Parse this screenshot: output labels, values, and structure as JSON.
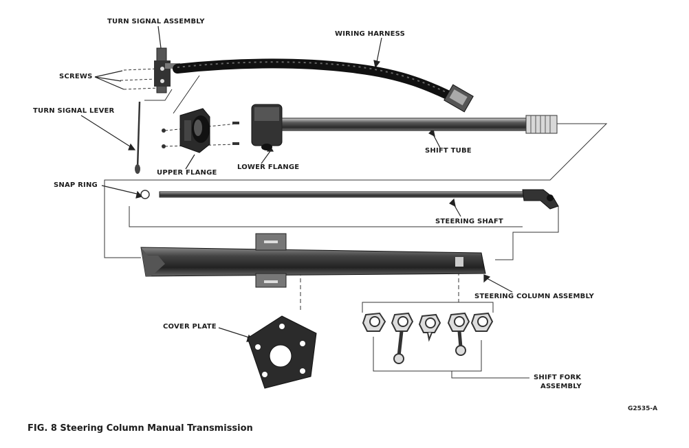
{
  "labels": {
    "turn_signal_assembly": "TURN SIGNAL ASSEMBLY",
    "wiring_harness": "WIRING HARNESS",
    "screws": "SCREWS",
    "turn_signal_lever": "TURN SIGNAL LEVER",
    "shift_tube": "SHIFT TUBE",
    "upper_flange": "UPPER FLANGE",
    "lower_flange": "LOWER FLANGE",
    "snap_ring": "SNAP RING",
    "steering_shaft": "STEERING SHAFT",
    "steering_column_assembly": "STEERING COLUMN ASSEMBLY",
    "cover_plate": "COVER PLATE",
    "shift_fork_assembly_line1": "SHIFT FORK",
    "shift_fork_assembly_line2": "ASSEMBLY"
  },
  "figure_code": "G2535-A",
  "caption": "FIG. 8 Steering Column Manual Transmission"
}
